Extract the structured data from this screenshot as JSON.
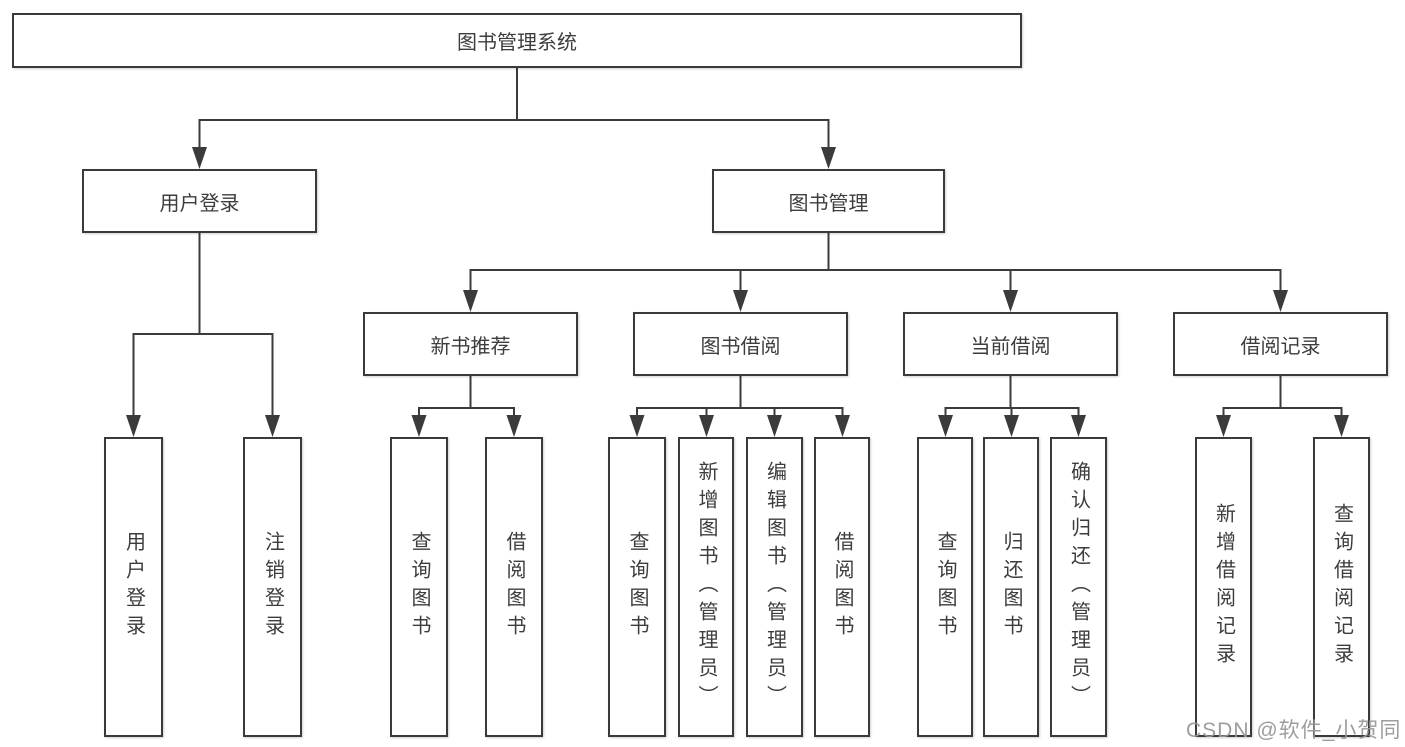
{
  "diagram": {
    "root": {
      "label": "图书管理系统"
    },
    "level2": [
      {
        "label": "用户登录"
      },
      {
        "label": "图书管理"
      }
    ],
    "level3": [
      {
        "label": "新书推荐"
      },
      {
        "label": "图书借阅"
      },
      {
        "label": "当前借阅"
      },
      {
        "label": "借阅记录"
      }
    ],
    "leaves": {
      "user_login": [
        "用户登录",
        "注销登录"
      ],
      "new_book_rec": [
        "查询图书",
        "借阅图书"
      ],
      "book_borrow": [
        "查询图书",
        "新增图书（管理员）",
        "编辑图书（管理员）",
        "借阅图书"
      ],
      "current_borrow": [
        "查询图书",
        "归还图书",
        "确认归还（管理员）"
      ],
      "borrow_records": [
        "新增借阅记录",
        "查询借阅记录"
      ]
    }
  },
  "watermark": {
    "text": "CSDN @软件_小贺同学"
  },
  "colors": {
    "background": "#ffffff",
    "line": "#3b3b3b",
    "box_border": "#3a3a3a",
    "text": "#3d3d3d",
    "watermark": "#989898"
  }
}
